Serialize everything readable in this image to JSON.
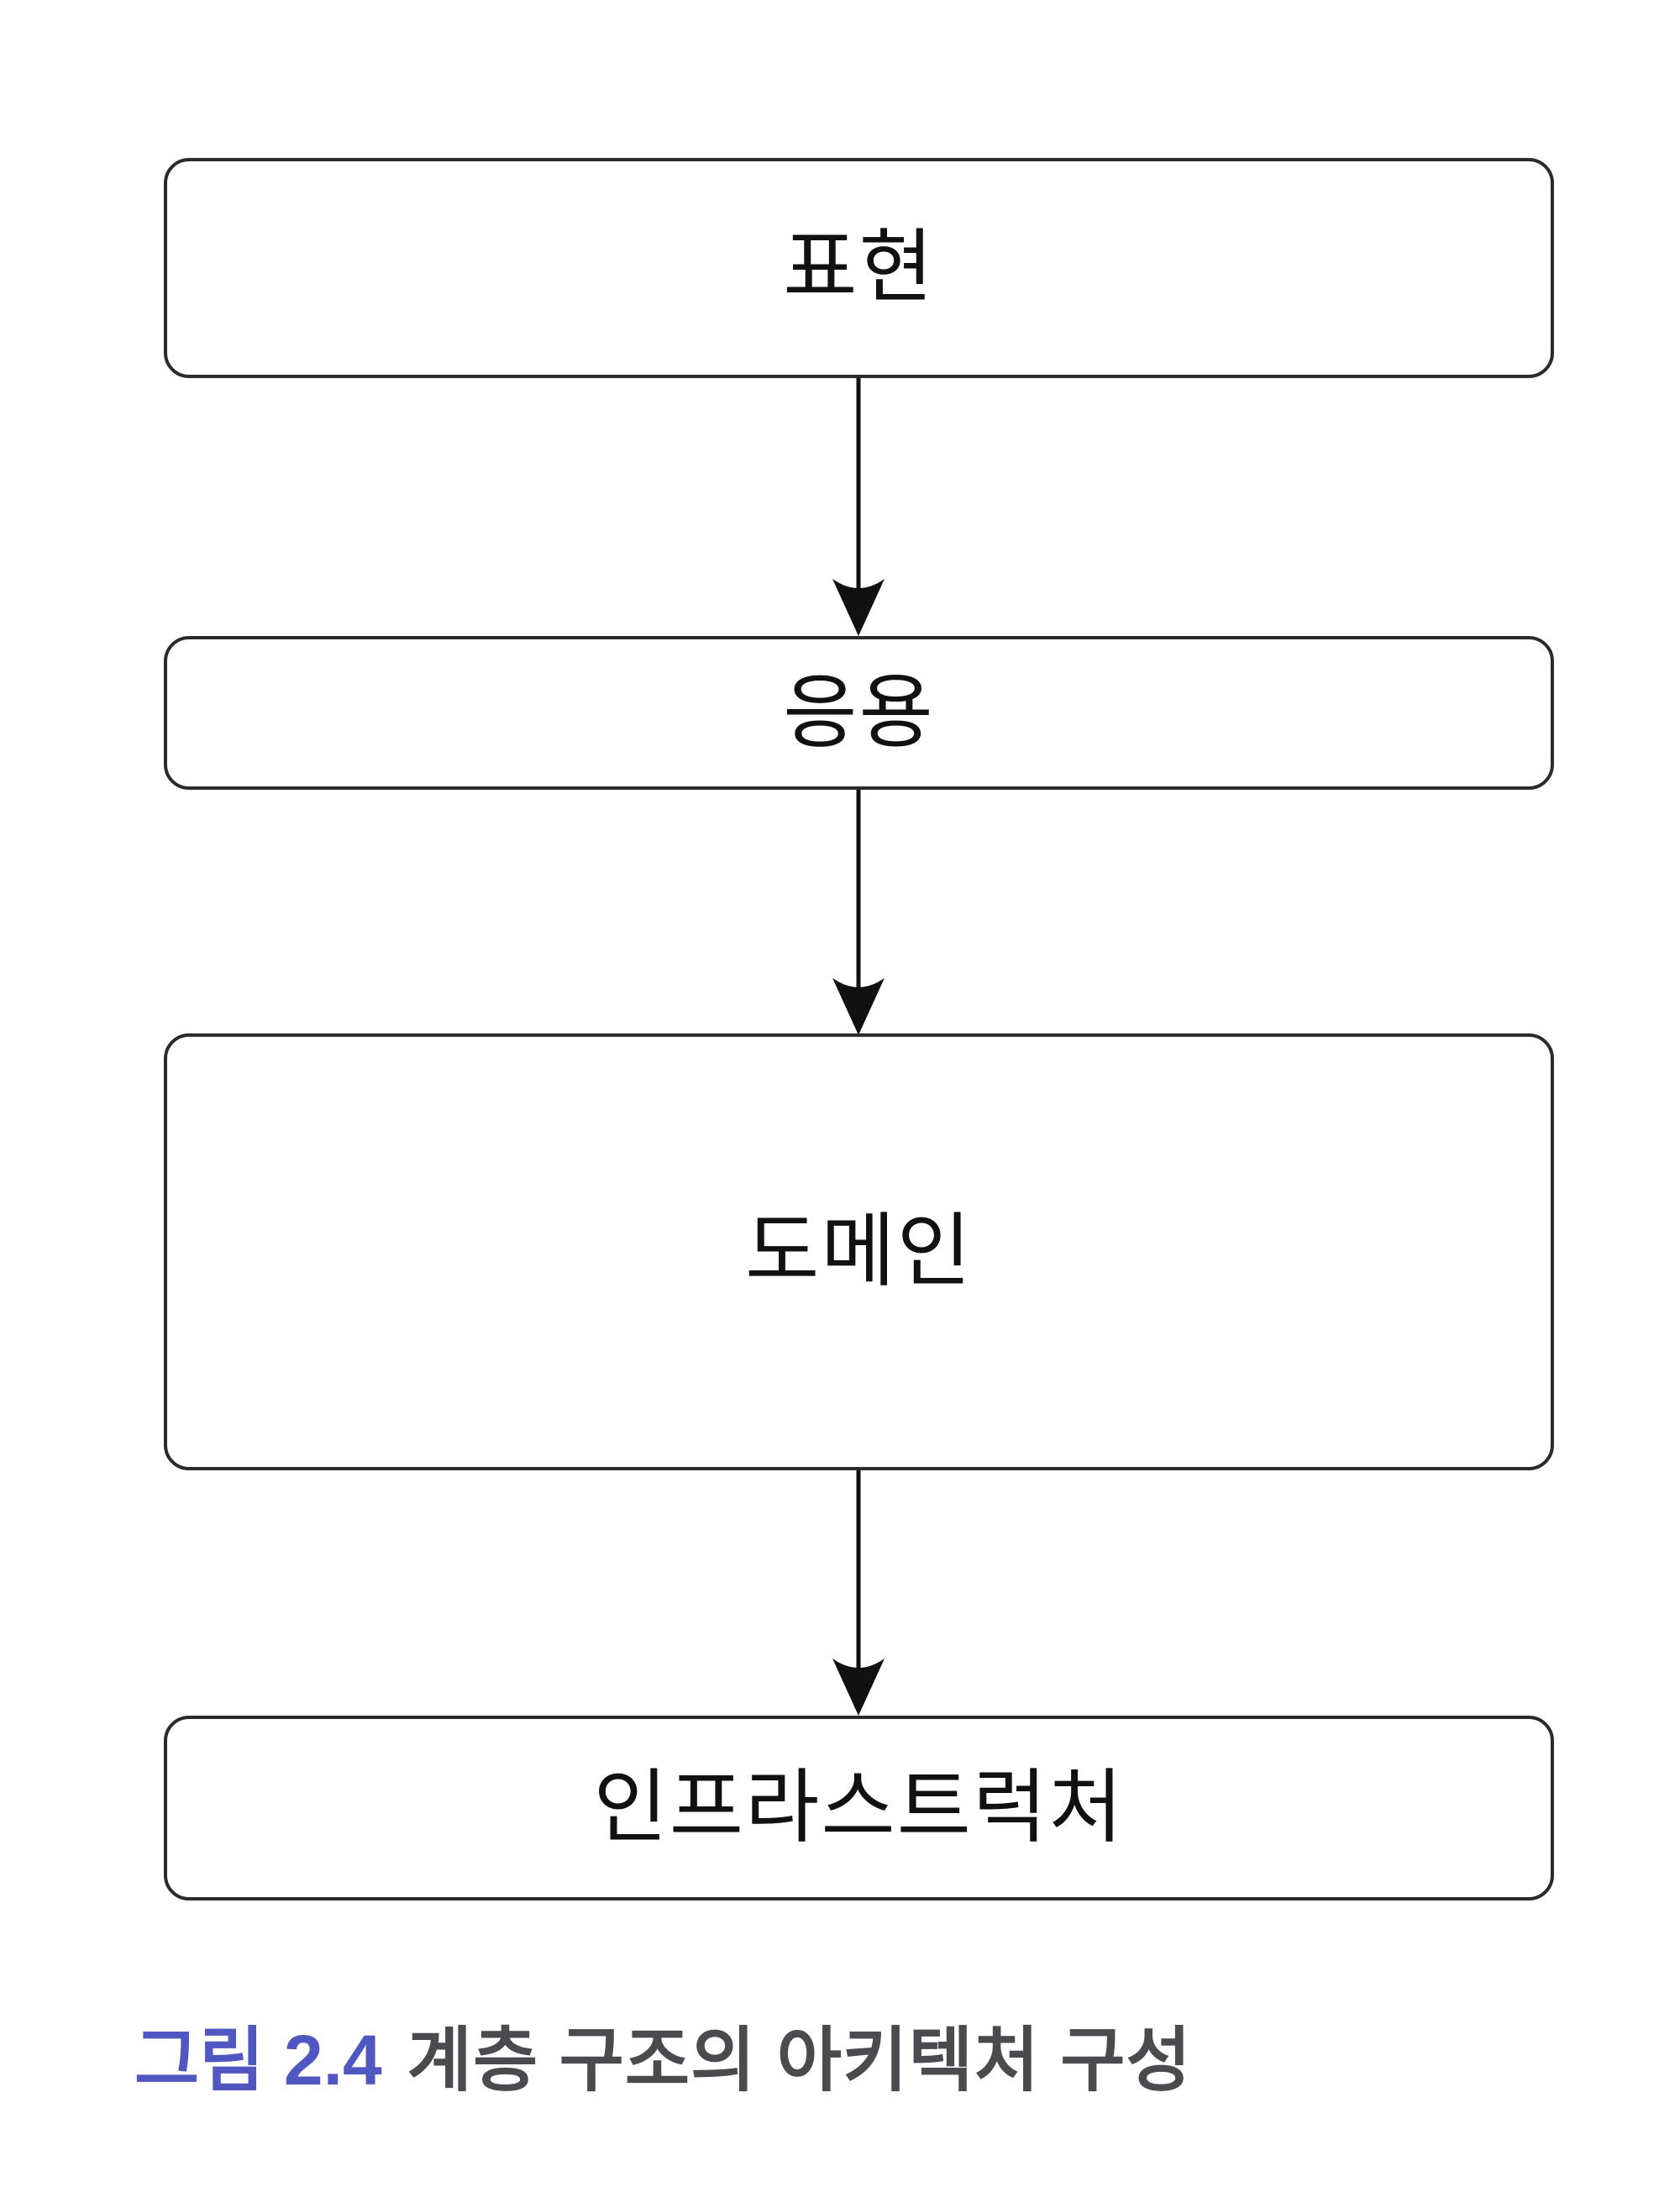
{
  "diagram": {
    "layers": [
      {
        "label": "표현"
      },
      {
        "label": "응용"
      },
      {
        "label": "도메인"
      },
      {
        "label": "인프라스트럭처"
      }
    ]
  },
  "caption": {
    "label": "그림 2.4",
    "text": "계층 구조의 아키텍처 구성"
  },
  "theme": {
    "accent": "#5157c0",
    "caption_text": "#4a4a4f",
    "box_border": "#2b2b2b",
    "box_fill": "#ffffff",
    "arrow": "#111111",
    "label_text": "#111111",
    "bg": "#ffffff"
  }
}
